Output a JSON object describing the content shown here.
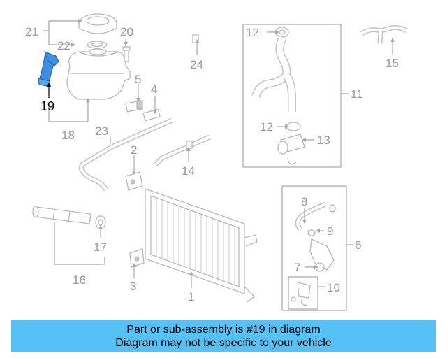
{
  "banner": {
    "line1": "Part or sub-assembly is #19 in diagram",
    "line2": "Diagram may not be specific to your vehicle"
  },
  "highlight_color": "#3d8fe0",
  "banner_color": "#55c1f6",
  "callouts": {
    "c1": "1",
    "c2": "2",
    "c3": "3",
    "c4": "4",
    "c5": "5",
    "c6": "6",
    "c7": "7",
    "c8": "8",
    "c9": "9",
    "c10": "10",
    "c11": "11",
    "c12a": "12",
    "c12b": "12",
    "c13": "13",
    "c14": "14",
    "c15": "15",
    "c16": "16",
    "c17": "17",
    "c18": "18",
    "c19": "19",
    "c20": "20",
    "c21": "21",
    "c22": "22",
    "c23": "23",
    "c24": "24"
  }
}
